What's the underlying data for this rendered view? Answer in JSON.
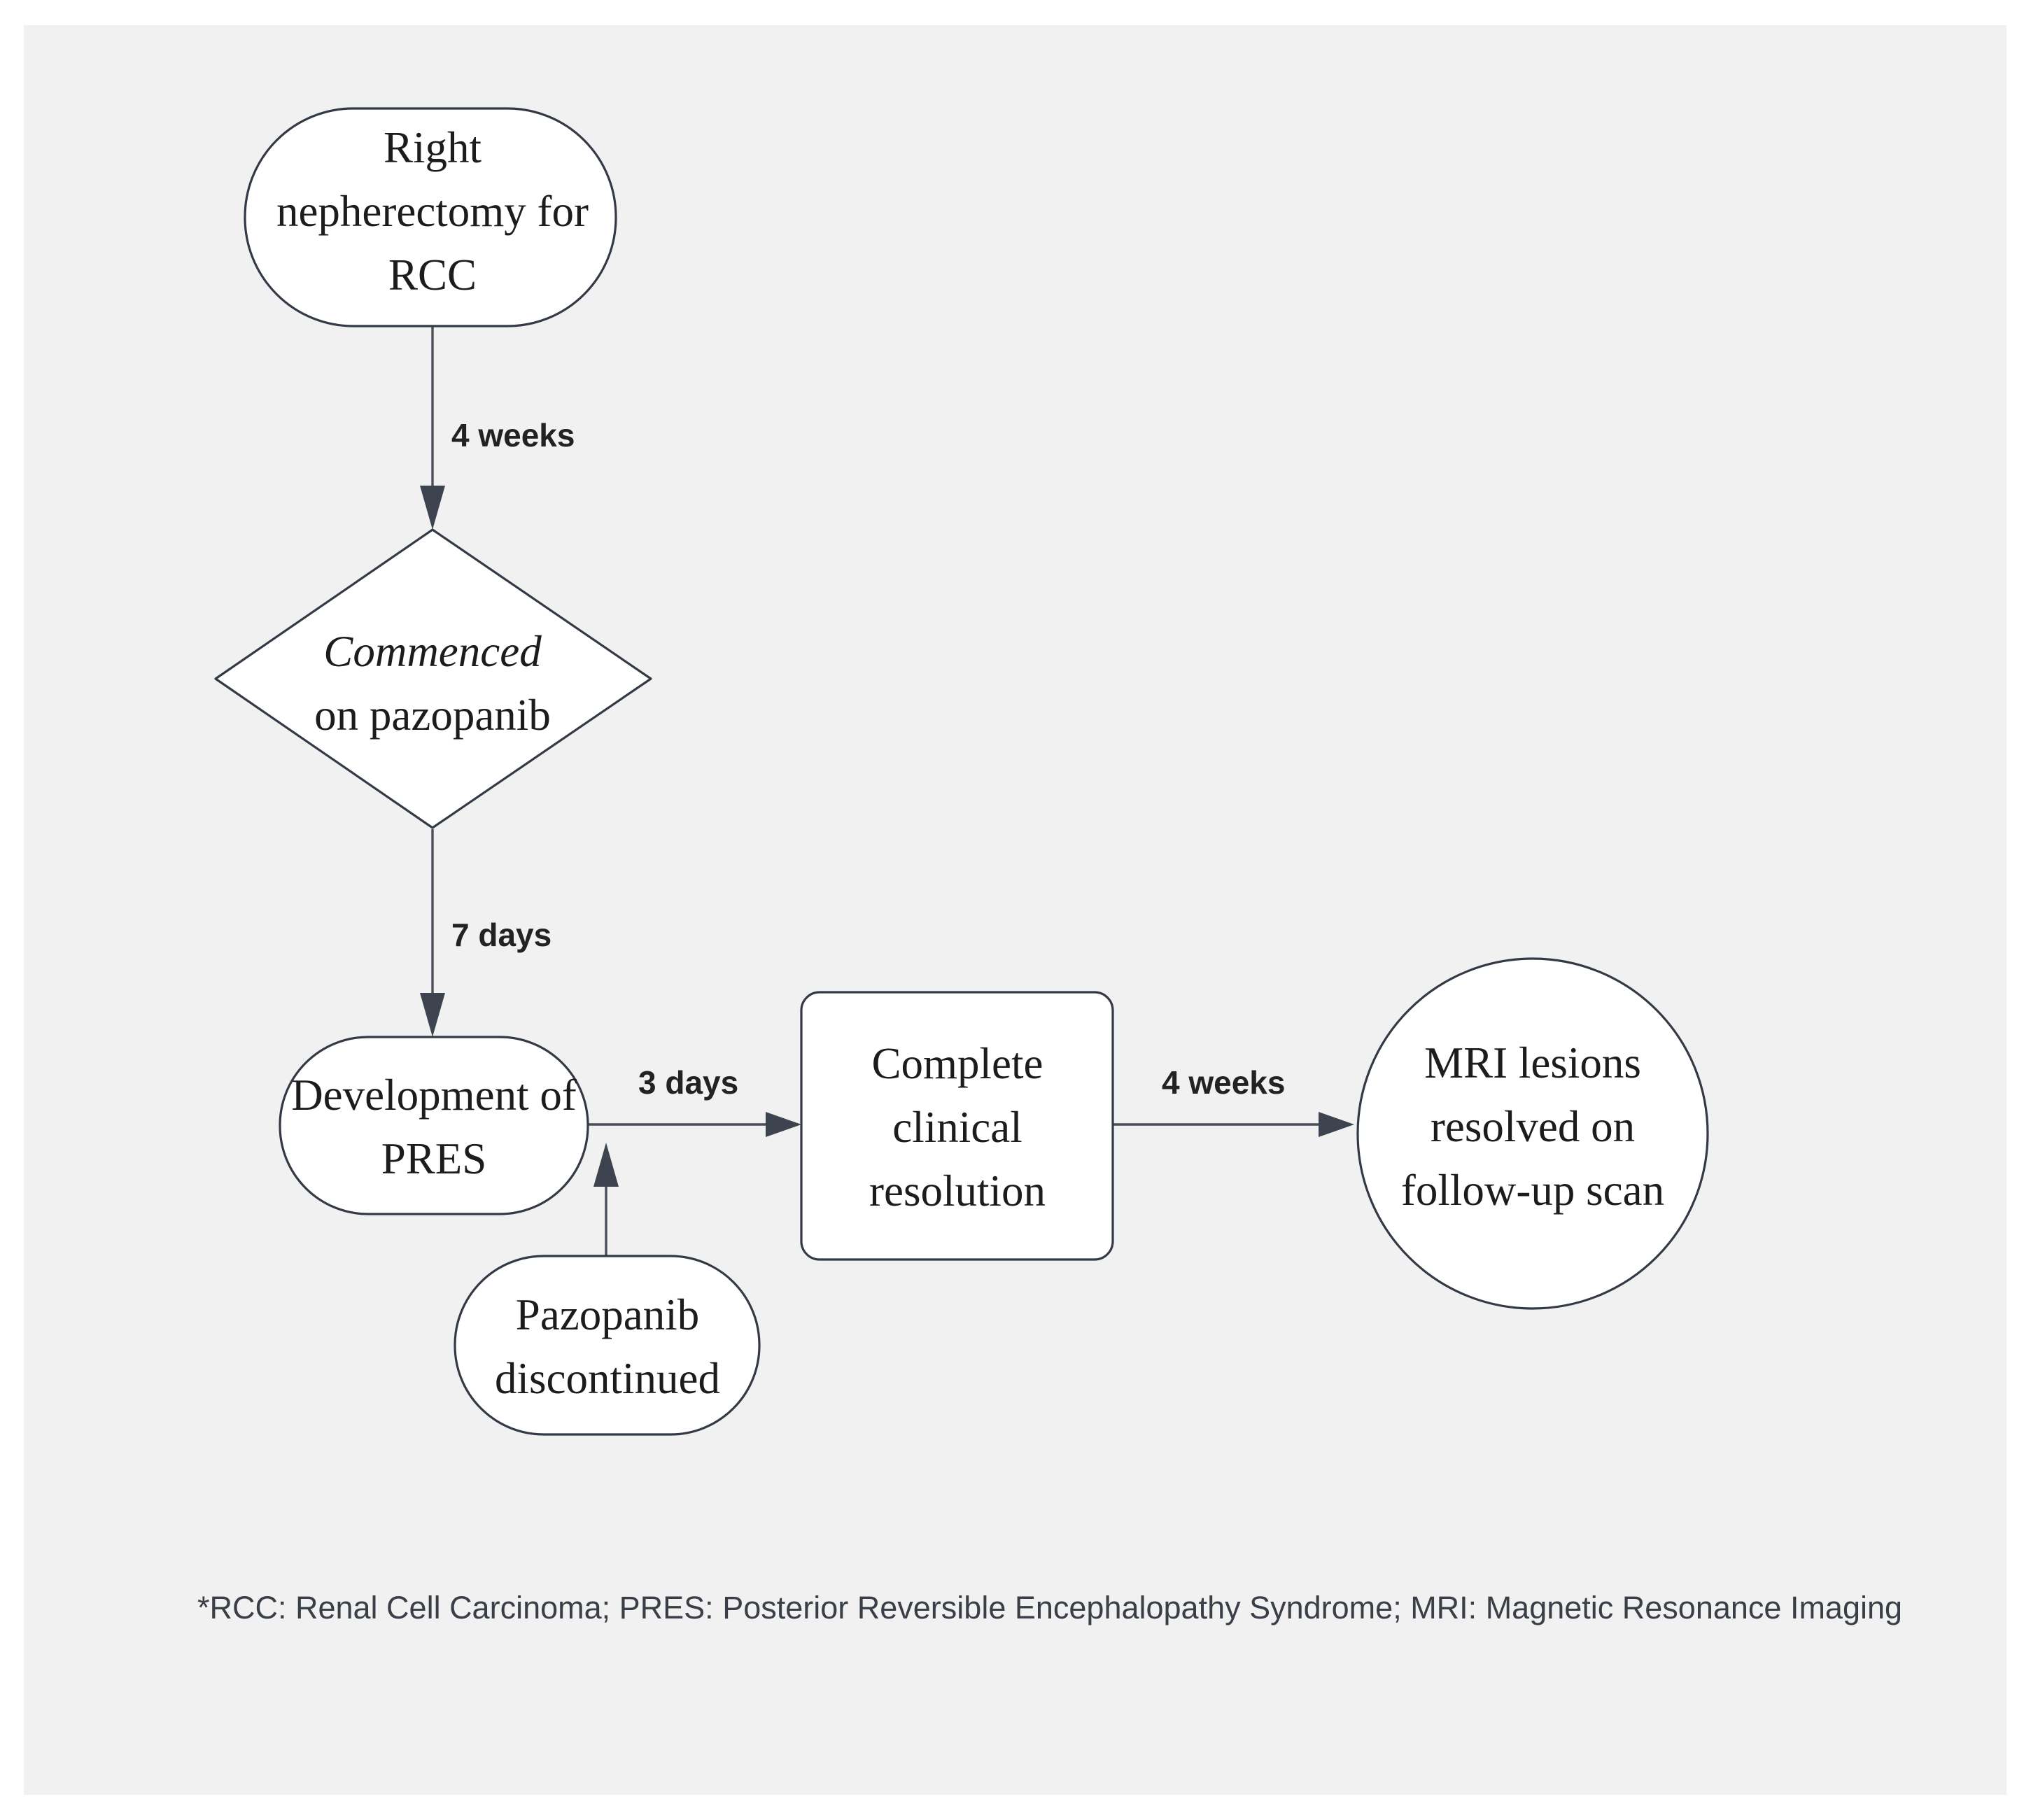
{
  "figure": {
    "background_color": "#f1f1f1",
    "page_color": "#ffffff",
    "node_stroke_color": "#333a45",
    "node_fill_color": "#ffffff",
    "edge_color": "#4a5059",
    "arrow_color": "#3d4450"
  },
  "nodes": {
    "nephrectomy": {
      "shape": "stadium",
      "lines": [
        "Right",
        "nepherectomy for",
        "RCC"
      ]
    },
    "pazopanib_start": {
      "shape": "diamond",
      "line1": "Commenced",
      "line1_style": "italic",
      "line2": "on pazopanib"
    },
    "pres": {
      "shape": "stadium",
      "lines": [
        "Development of",
        "PRES"
      ]
    },
    "pazopanib_stop": {
      "shape": "stadium",
      "lines": [
        "Pazopanib",
        "discontinued"
      ]
    },
    "clinical_resolution": {
      "shape": "rounded-rect",
      "lines": [
        "Complete",
        "clinical",
        "resolution"
      ]
    },
    "mri_resolved": {
      "shape": "circle",
      "lines": [
        "MRI lesions",
        "resolved on",
        "follow-up scan"
      ]
    }
  },
  "edges": {
    "nephrectomy_to_pazopanib_start": {
      "label": "4 weeks",
      "direction": "down"
    },
    "pazopanib_start_to_pres": {
      "label": "7 days",
      "direction": "down"
    },
    "pres_to_resolution": {
      "label": "3 days",
      "direction": "right"
    },
    "resolution_to_mri": {
      "label": "4 weeks",
      "direction": "right"
    },
    "pazopanib_stop_to_pres": {
      "label": "",
      "direction": "up"
    }
  },
  "footnote": {
    "text": "*RCC: Renal Cell Carcinoma; PRES: Posterior Reversible Encephalopathy Syndrome; MRI: Magnetic Resonance Imaging"
  }
}
